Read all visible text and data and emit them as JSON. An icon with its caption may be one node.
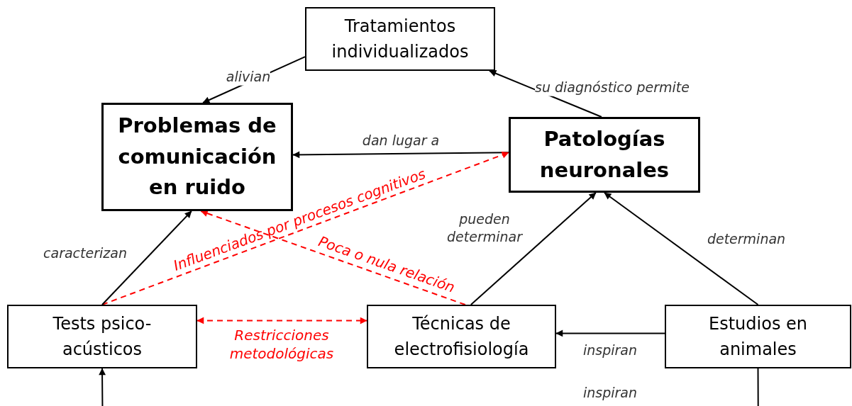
{
  "diagram": {
    "nodes": [
      {
        "text": [
          "Tratamientos individualizados"
        ]
      },
      {
        "text": [
          "Problemas de comunicación en ruido"
        ]
      },
      {
        "text": [
          "Patologías neuronales"
        ]
      },
      {
        "text": [
          "Tests psico-acústicos"
        ]
      },
      {
        "text": [
          "Técnicas de electrofisiología"
        ]
      },
      {
        "text": [
          "Estudios en animales"
        ]
      }
    ],
    "edges": [
      {
        "from": 0,
        "to": 1,
        "arrow": "to",
        "label": "alivian"
      },
      {
        "from": 2,
        "to": 0,
        "arrow": "to",
        "label": "su diagnóstico permite"
      },
      {
        "from": 2,
        "to": 1,
        "arrow": "to",
        "label": "dan lugar a"
      },
      {
        "from": 3,
        "to": 2,
        "arrow": "to",
        "label": "Influenciados por procesos cognitivos",
        "style": "dashed",
        "color": "#ff0000"
      },
      {
        "from": 4,
        "to": 1,
        "arrow": "to",
        "label": "Poca o nula relación",
        "style": "dashed",
        "color": "#ff0000"
      },
      {
        "from": 3,
        "to": 1,
        "arrow": "to",
        "label": "caracterizan"
      },
      {
        "from": 3,
        "to": 4,
        "arrow": "both",
        "label": "Restricciones metodológicas",
        "style": "dashed",
        "color": "#ff0000"
      },
      {
        "from": 4,
        "to": 2,
        "arrow": "to",
        "label": "pueden determinar"
      },
      {
        "from": 5,
        "to": 2,
        "arrow": "to",
        "label": "determinan"
      },
      {
        "from": 5,
        "to": 4,
        "arrow": "to",
        "label": "inspiran"
      },
      {
        "from": 5,
        "to": 3,
        "arrow": "to",
        "label": "inspiran"
      }
    ]
  }
}
